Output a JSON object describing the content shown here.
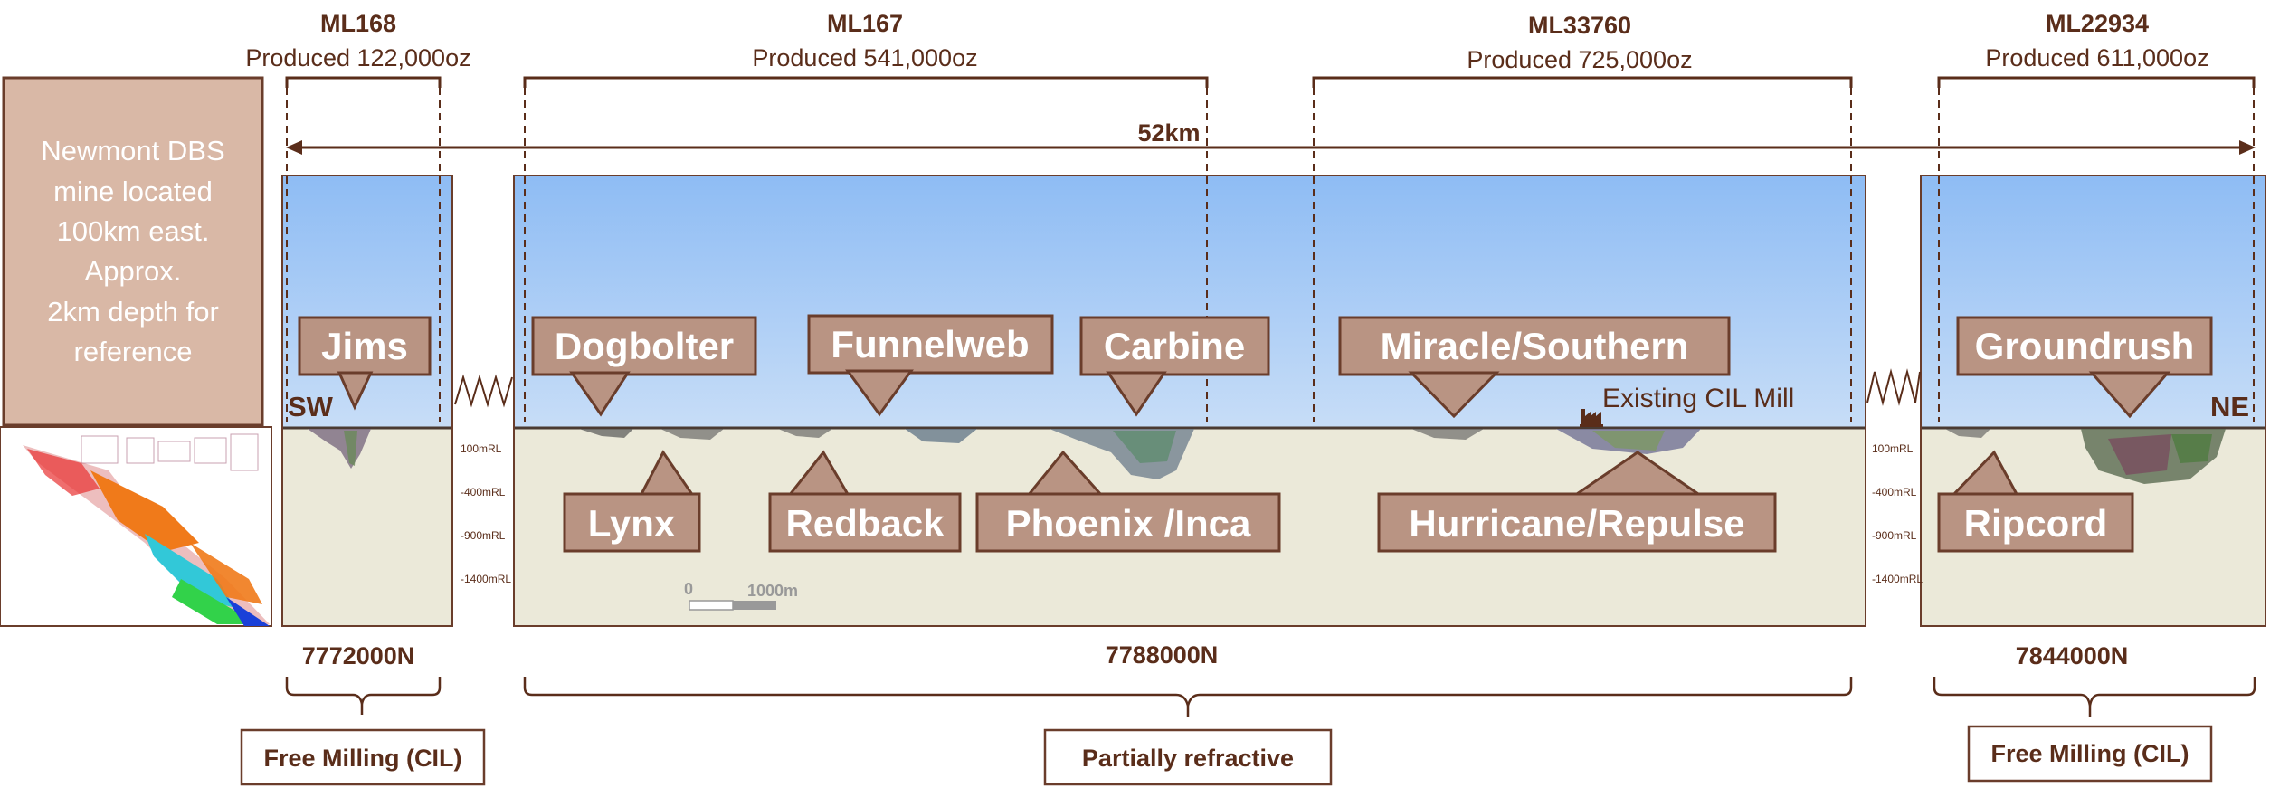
{
  "leases": [
    {
      "name": "ML168",
      "produced": "Produced 122,000oz"
    },
    {
      "name": "ML167",
      "produced": "Produced 541,000oz"
    },
    {
      "name": "ML33760",
      "produced": "Produced 725,000oz"
    },
    {
      "name": "ML22934",
      "produced": "Produced 611,000oz"
    }
  ],
  "distance_label": "52km",
  "note_lines": [
    "Newmont DBS",
    "mine located",
    "100km east.",
    "Approx.",
    "2km depth for",
    "reference"
  ],
  "compass": {
    "sw": "SW",
    "ne": "NE"
  },
  "deposits_upper": [
    "Jims",
    "Dogbolter",
    "Funnelweb",
    "Carbine",
    "Miracle/Southern",
    "Groundrush"
  ],
  "deposits_lower": [
    "Lynx",
    "Redback",
    "Phoenix /Inca",
    "Hurricane/Repulse",
    "Ripcord"
  ],
  "mill_label": "Existing CIL Mill",
  "depth_labels": [
    "100mRL",
    "-400mRL",
    "-900mRL",
    "-1400mRL"
  ],
  "scale_bar": {
    "start": "0",
    "end": "1000m"
  },
  "northings": [
    "7772000N",
    "7788000N",
    "7844000N"
  ],
  "processing": [
    "Free Milling (CIL)",
    "Partially refractive",
    "Free Milling (CIL)"
  ],
  "colors": {
    "text": "#5a2d1a",
    "callout": "#b99483",
    "sky": "#a8cdf7",
    "ground": "#ebe9d9"
  }
}
